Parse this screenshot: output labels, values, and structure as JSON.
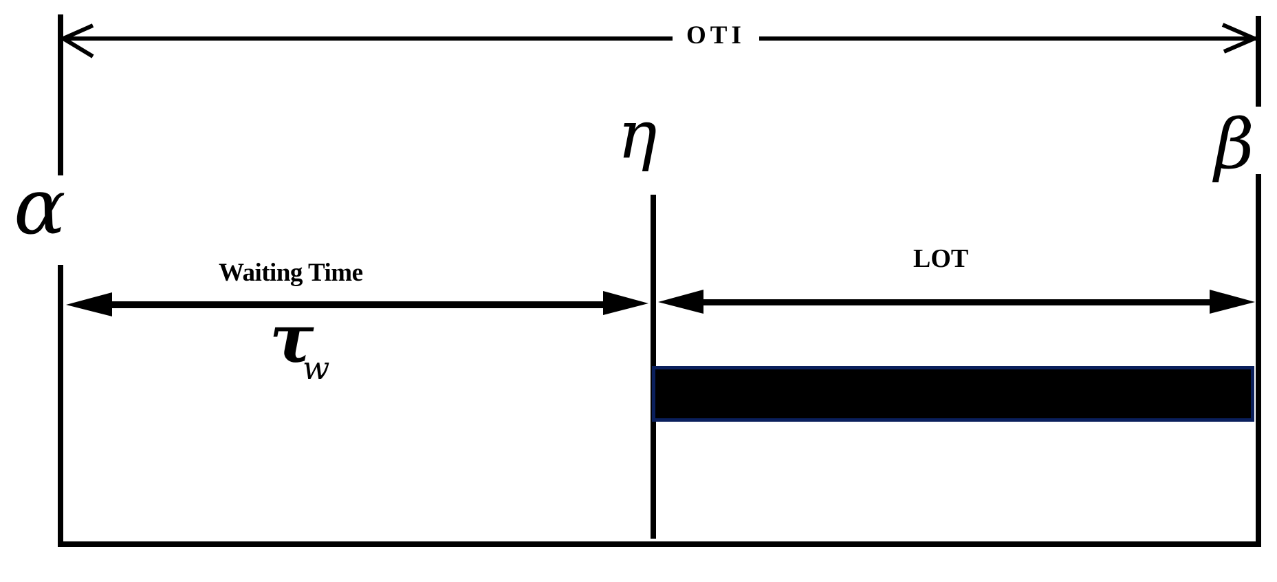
{
  "diagram": {
    "type": "timeline-interval",
    "labels": {
      "oti": "OTI",
      "waiting_time": "Waiting Time",
      "lot": "LOT"
    },
    "symbols": {
      "alpha": "α",
      "eta": "η",
      "beta": "β",
      "tau": "τ",
      "tau_subscript": "w"
    },
    "colors": {
      "line": "#000000",
      "bar_fill": "#000000",
      "bar_border": "#0a1f5c",
      "background": "#ffffff"
    },
    "intervals": [
      {
        "name": "OTI",
        "from": "α",
        "to": "β",
        "arrow": "open-double"
      },
      {
        "name": "Waiting Time",
        "symbol": "τ_w",
        "from": "α",
        "to": "η",
        "arrow": "filled-double"
      },
      {
        "name": "LOT",
        "from": "η",
        "to": "β",
        "arrow": "filled-double",
        "bar": true
      }
    ]
  }
}
